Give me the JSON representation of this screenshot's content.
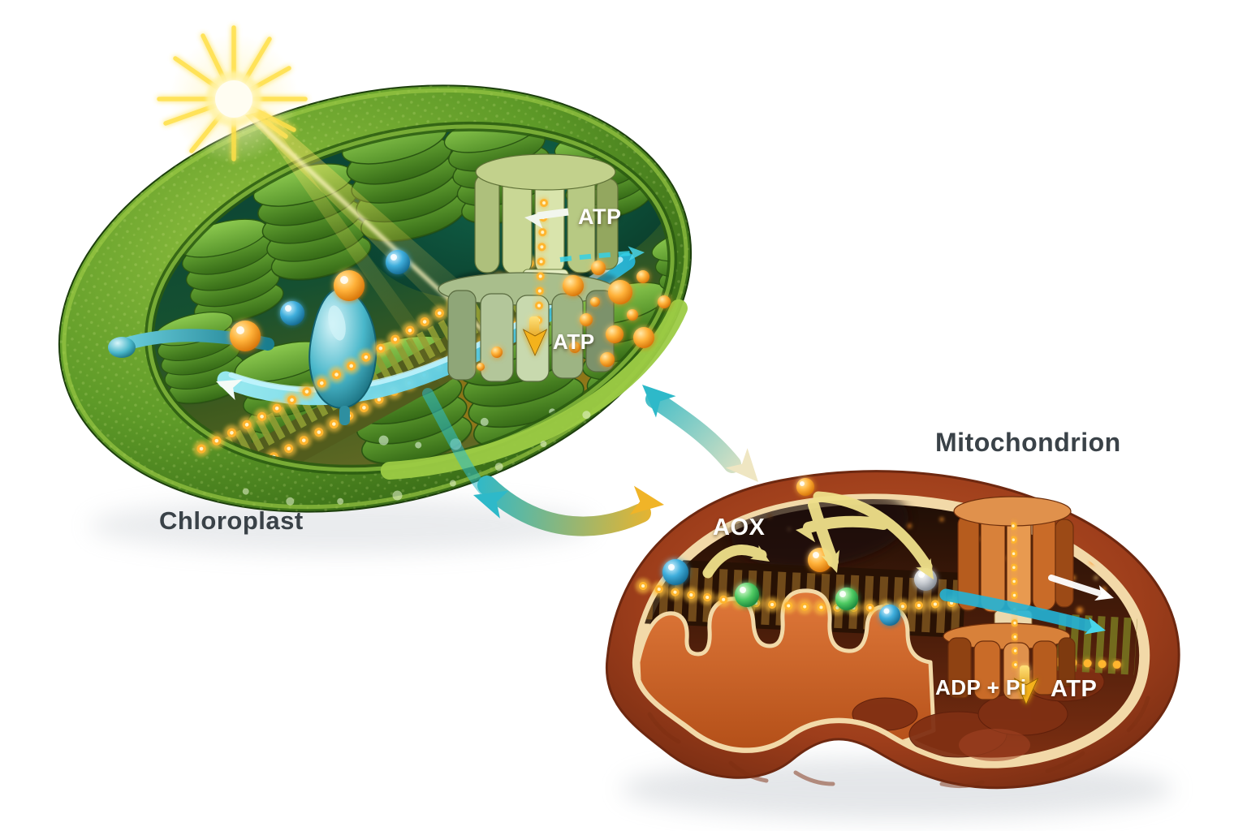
{
  "chloroplast": {
    "label": "Chloroplast",
    "atp_synthase_label": "ATP",
    "atp_output_label": "ATP"
  },
  "mitochondrion": {
    "label": "Mitochondrion",
    "aox_label": "AOX",
    "adp_pi_label": "ADP + Pi",
    "atp_label": "ATP"
  },
  "icons": [
    "sun-icon",
    "light-beam",
    "atp-synthase-chloroplast",
    "atp-synthase-mitochondrion",
    "electron-transport-chain",
    "proton-gradient-dots",
    "exchange-arrow-teal-icon",
    "exchange-arrow-gold-icon",
    "aox-arrows-icon",
    "cyan-flow-arrow-icon",
    "white-pointer-arrow-icon",
    "gold-down-arrow-icon"
  ],
  "colors": {
    "chloroplast_body": "#5e9a28",
    "chloroplast_rim": "#a8ce41",
    "chloroplast_interior": "#0b4536",
    "granum_green": "#4c8d28",
    "mitochondrion_body": "#a34425",
    "membrane_cream": "#f2d9a8",
    "cristae_orange": "#ce6526",
    "energy_gold": "#ffb52e",
    "electron_cyan": "#2fb9d8",
    "exchange_teal": "#35b8ce",
    "exchange_gold": "#f0b428",
    "label_dark": "#3a4248",
    "label_light": "#ffffff"
  }
}
